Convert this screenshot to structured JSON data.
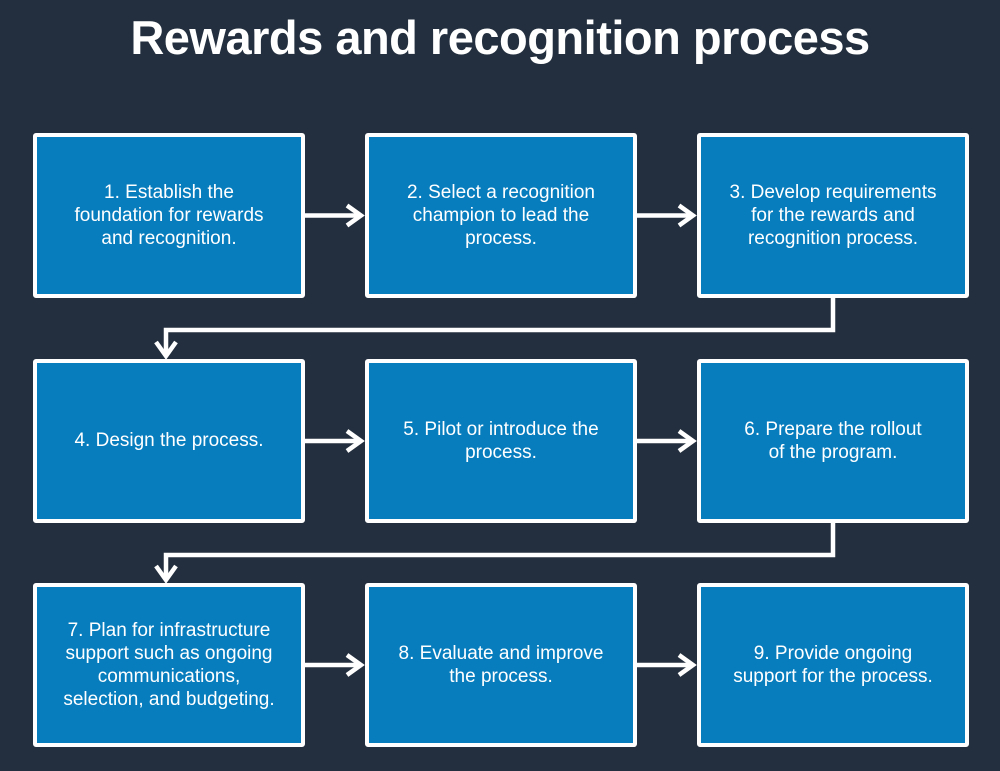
{
  "title": "Rewards and recognition process",
  "colors": {
    "background": "#232F3E",
    "box_fill": "#077DBE",
    "box_border": "#FFFFFF",
    "box_text": "#FFFFFF",
    "connector": "#FFFFFF",
    "title_text": "#FFFFFF"
  },
  "steps": [
    {
      "id": 1,
      "label": "1. Establish the\nfoundation for rewards\nand recognition."
    },
    {
      "id": 2,
      "label": "2. Select a recognition\nchampion to lead the\nprocess."
    },
    {
      "id": 3,
      "label": "3. Develop requirements\nfor the rewards and\nrecognition process."
    },
    {
      "id": 4,
      "label": "4. Design the process."
    },
    {
      "id": 5,
      "label": "5. Pilot or introduce the\nprocess."
    },
    {
      "id": 6,
      "label": "6. Prepare the rollout\nof the program."
    },
    {
      "id": 7,
      "label": "7. Plan for infrastructure\nsupport such as ongoing\ncommunications,\nselection, and budgeting."
    },
    {
      "id": 8,
      "label": "8. Evaluate and improve\nthe process."
    },
    {
      "id": 9,
      "label": "9. Provide ongoing\nsupport for the process."
    }
  ],
  "connections": [
    {
      "from": 1,
      "to": 2,
      "style": "straight-right-arrow"
    },
    {
      "from": 2,
      "to": 3,
      "style": "straight-right-arrow"
    },
    {
      "from": 3,
      "to": 4,
      "style": "elbow-down-left-down-arrow"
    },
    {
      "from": 4,
      "to": 5,
      "style": "straight-right-arrow"
    },
    {
      "from": 5,
      "to": 6,
      "style": "straight-right-arrow"
    },
    {
      "from": 6,
      "to": 7,
      "style": "elbow-down-left-down-arrow"
    },
    {
      "from": 7,
      "to": 8,
      "style": "straight-right-arrow"
    },
    {
      "from": 8,
      "to": 9,
      "style": "straight-right-arrow"
    }
  ]
}
